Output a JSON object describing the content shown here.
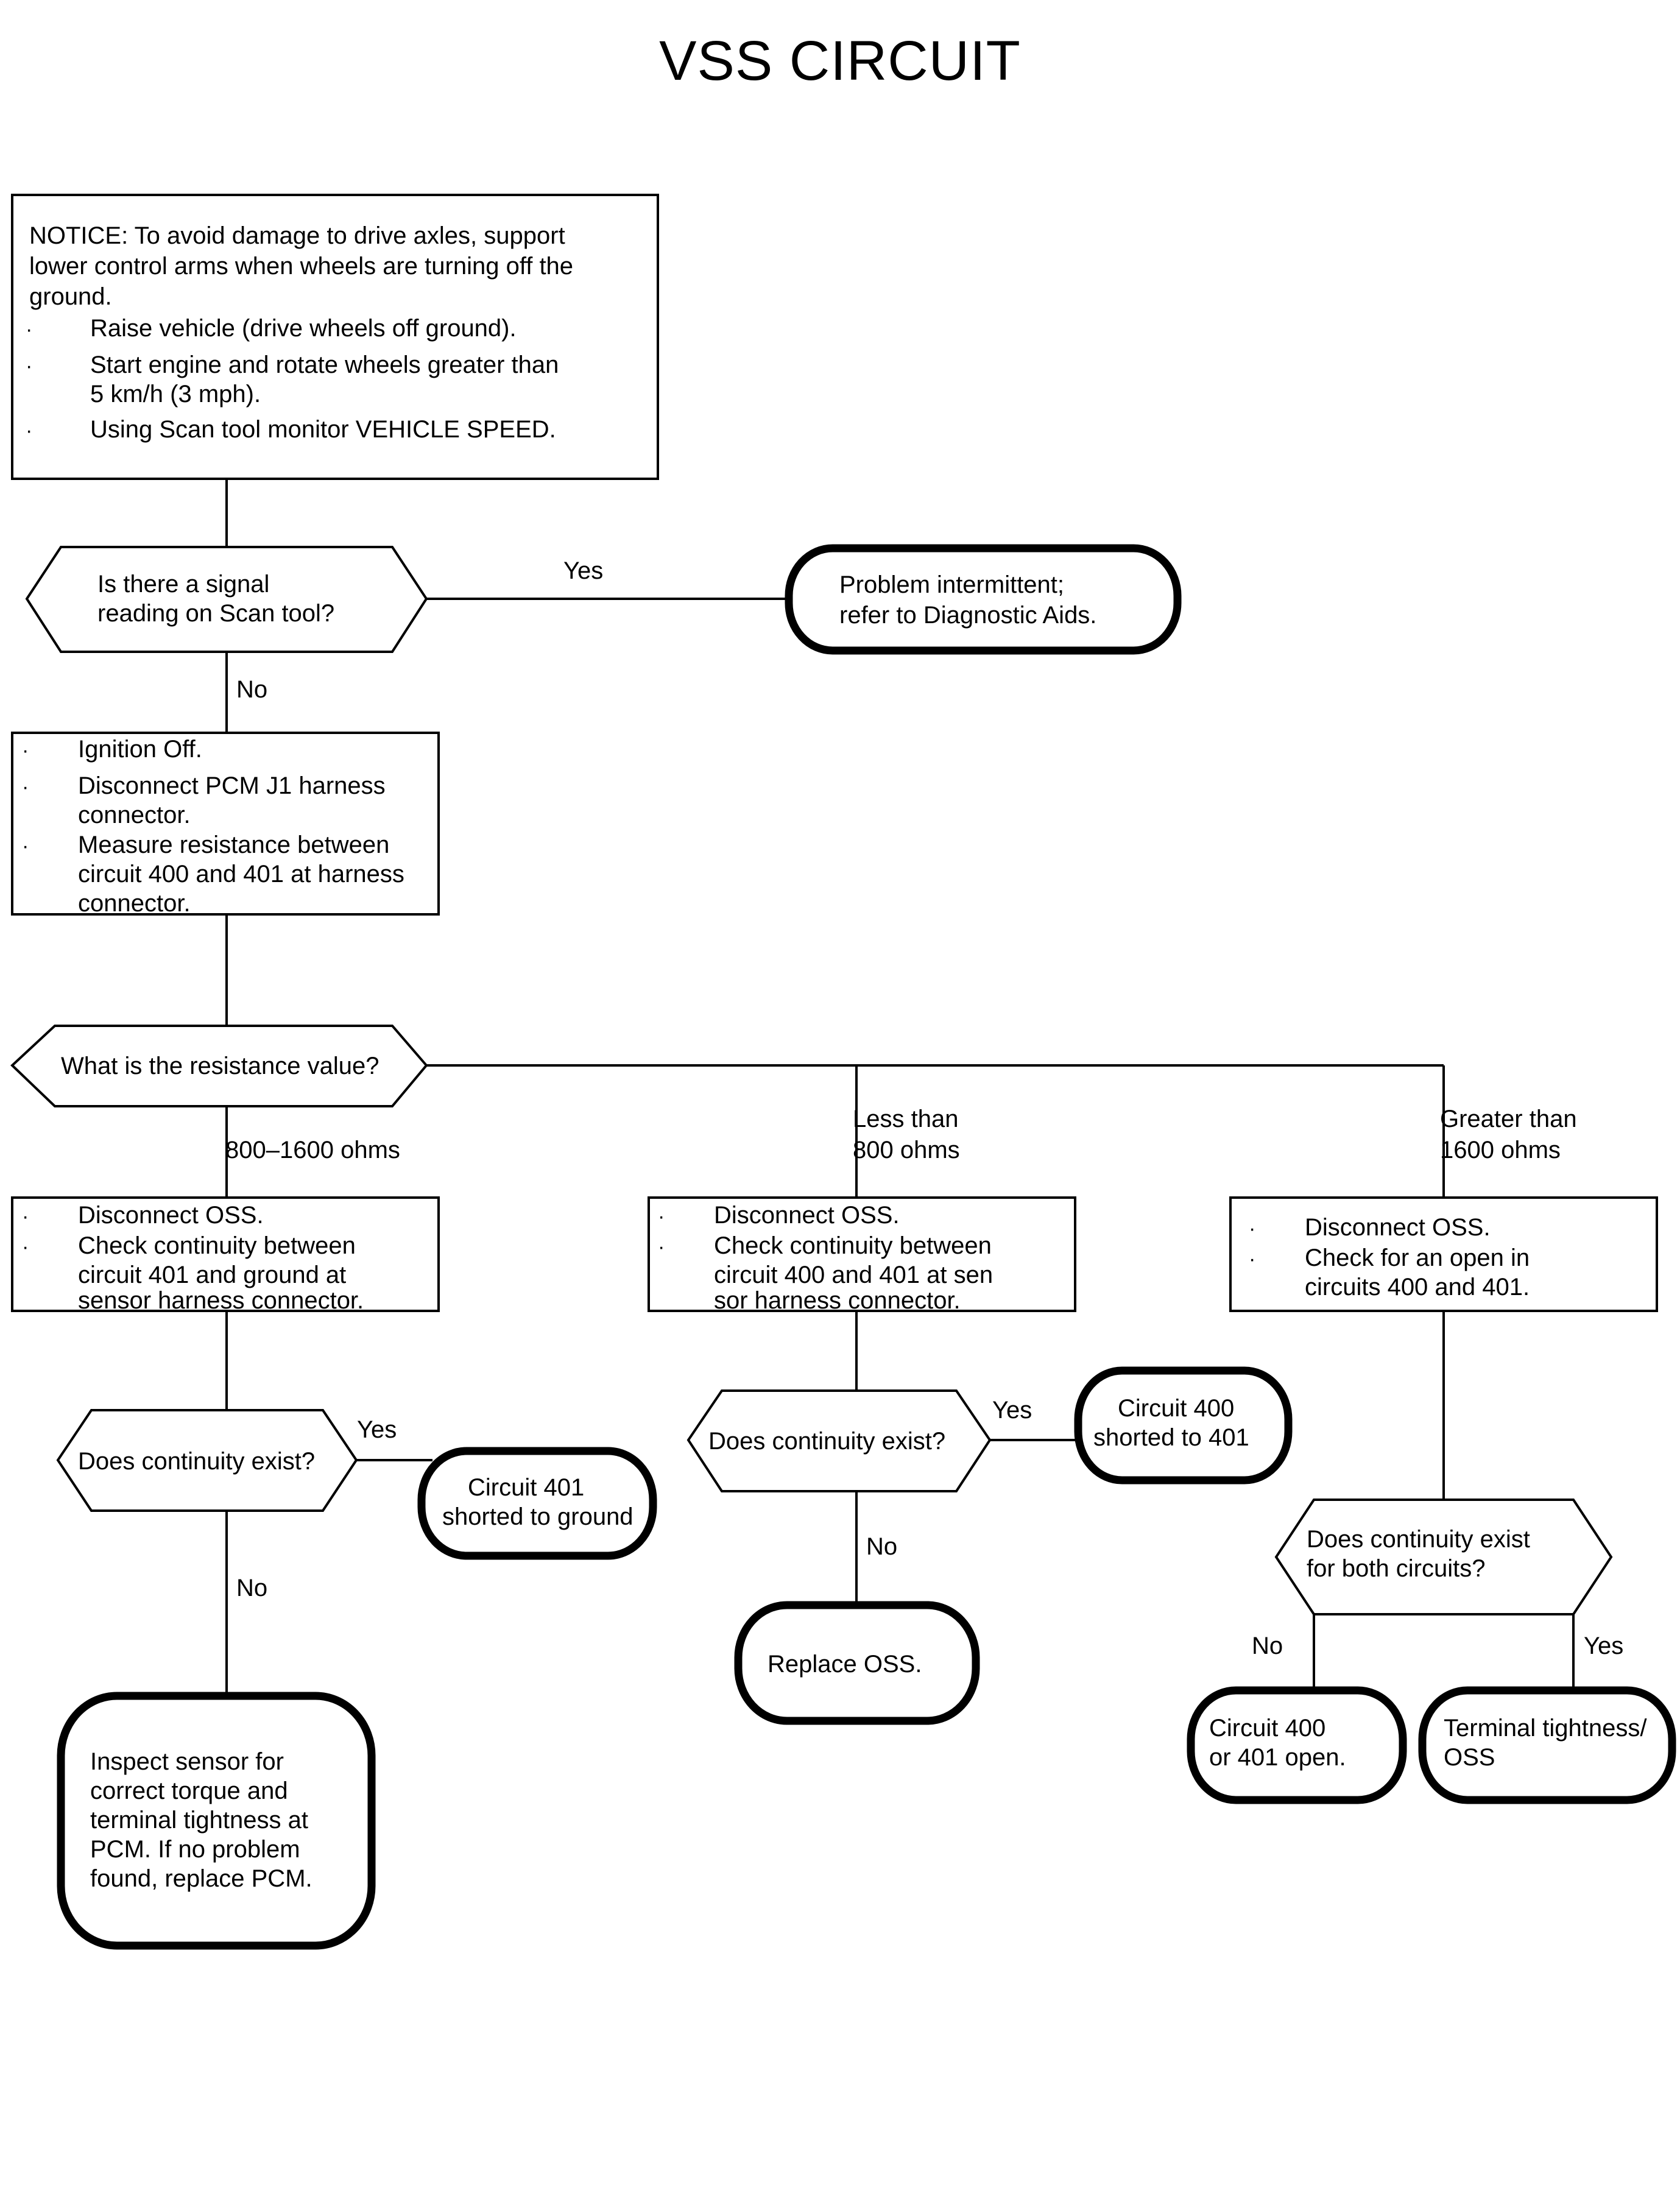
{
  "title": "VSS CIRCUIT",
  "nodes": {
    "notice": {
      "id": "notice-box",
      "type": "process",
      "heading": "NOTICE: To avoid damage to drive axles, support lower control arms when wheels are turning off the ground.",
      "heading_lines": [
        "NOTICE: To avoid damage to drive axles, support",
        "lower control arms when wheels are turning off the",
        "ground."
      ],
      "bullet_marker": "·",
      "bullets": [
        [
          "Raise vehicle (drive wheels off ground)."
        ],
        [
          "Start engine and rotate wheels greater than",
          "5 km/h (3 mph)."
        ],
        [
          "Using Scan tool monitor VEHICLE SPEED."
        ]
      ]
    },
    "q_signal": {
      "id": "decision-signal-reading",
      "type": "decision",
      "lines": [
        "Is there a signal",
        "reading on Scan tool?"
      ]
    },
    "t_intermittent": {
      "id": "terminator-problem-intermittent",
      "type": "terminator",
      "lines": [
        "Problem intermittent;",
        "refer to Diagnostic Aids."
      ]
    },
    "p_measure": {
      "id": "process-measure-resistance",
      "type": "process",
      "bullet_marker": "·",
      "bullets": [
        [
          "Ignition Off."
        ],
        [
          "Disconnect PCM J1 harness",
          "connector."
        ],
        [
          "Measure resistance between",
          "circuit 400 and 401 at harness",
          "connector."
        ]
      ]
    },
    "q_resistance": {
      "id": "decision-resistance-value",
      "type": "decision",
      "lines": [
        "What is the resistance value?"
      ]
    },
    "p_left": {
      "id": "process-check-401-ground",
      "type": "process",
      "bullet_marker": "·",
      "bullets": [
        [
          "Disconnect OSS."
        ],
        [
          "Check continuity between",
          "circuit 401 and ground at",
          "sensor harness connector."
        ]
      ]
    },
    "p_mid": {
      "id": "process-check-400-401",
      "type": "process",
      "bullet_marker": "·",
      "bullets": [
        [
          "Disconnect OSS."
        ],
        [
          "Check continuity between",
          "circuit 400 and 401 at sen",
          "sor harness connector."
        ]
      ]
    },
    "p_right": {
      "id": "process-check-open",
      "type": "process",
      "bullet_marker": "·",
      "bullets": [
        [
          "Disconnect OSS."
        ],
        [
          "Check for an open in",
          "circuits 400 and 401."
        ]
      ]
    },
    "q_left_cont": {
      "id": "decision-continuity-left",
      "type": "decision",
      "lines": [
        "Does continuity exist?"
      ]
    },
    "t_401_ground": {
      "id": "terminator-401-shorted-ground",
      "type": "terminator",
      "lines": [
        "Circuit 401",
        "shorted to ground"
      ]
    },
    "t_inspect_pcm": {
      "id": "terminator-inspect-sensor-pcm",
      "type": "terminator",
      "lines": [
        "Inspect sensor for",
        "correct torque and",
        "terminal tightness at",
        "PCM. If no problem",
        "found, replace PCM."
      ]
    },
    "q_mid_cont": {
      "id": "decision-continuity-mid",
      "type": "decision",
      "lines": [
        "Does continuity exist?"
      ]
    },
    "t_400_shorted": {
      "id": "terminator-400-shorted-401",
      "type": "terminator",
      "lines": [
        "Circuit 400",
        "shorted to 401"
      ]
    },
    "t_replace_oss": {
      "id": "terminator-replace-oss",
      "type": "terminator",
      "lines": [
        "Replace OSS."
      ]
    },
    "q_both_cont": {
      "id": "decision-continuity-both",
      "type": "decision",
      "lines": [
        "Does continuity exist",
        "for both circuits?"
      ]
    },
    "t_400_open": {
      "id": "terminator-400-401-open",
      "type": "terminator",
      "lines": [
        "Circuit 400",
        "or 401 open."
      ]
    },
    "t_terminal_tight": {
      "id": "terminator-terminal-tightness-oss",
      "type": "terminator",
      "lines": [
        "Terminal tightness/",
        "OSS"
      ]
    }
  },
  "edge_labels": {
    "signal_yes": "Yes",
    "signal_no": "No",
    "resistance_left": "800–1600 ohms",
    "resistance_mid": [
      "Less than",
      "800 ohms"
    ],
    "resistance_right": [
      "Greater than",
      "1600 ohms"
    ],
    "left_yes": "Yes",
    "left_no": "No",
    "mid_yes": "Yes",
    "mid_no": "No",
    "both_no": "No",
    "both_yes": "Yes"
  },
  "colors": {
    "ink": "#000000",
    "paper": "#ffffff"
  }
}
